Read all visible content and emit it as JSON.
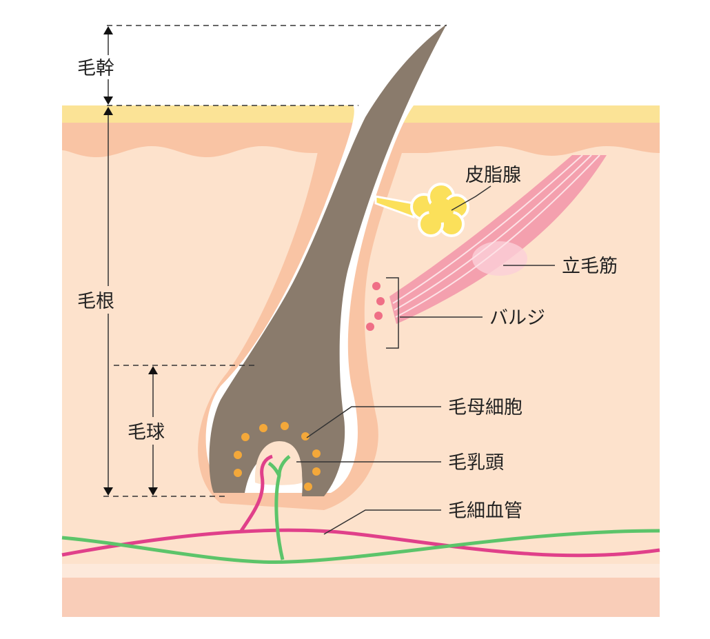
{
  "labels": {
    "hair_shaft": "毛幹",
    "hair_root": "毛根",
    "hair_bulb": "毛球",
    "sebaceous_gland": "皮脂腺",
    "arrector_pili": "立毛筋",
    "bulge": "バルジ",
    "hair_matrix_cells": "毛母細胞",
    "dermal_papilla": "毛乳頭",
    "capillaries": "毛細血管"
  },
  "colors": {
    "stratum": "#fbe396",
    "epidermis": "#f9c4a4",
    "dermis": "#fde2cc",
    "hair": "#8a7b6c",
    "matrix_dots": "#f3a83a",
    "sebaceous": "#fbe05a",
    "muscle": "#f08a9a",
    "artery": "#e0408a",
    "vein": "#5cc46a"
  }
}
